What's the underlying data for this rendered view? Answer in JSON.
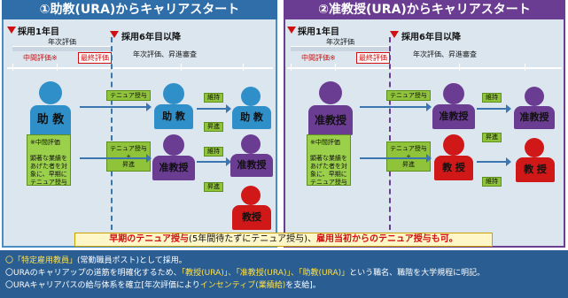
{
  "panels": [
    {
      "title": "①助教(URA)からキャリアスタート",
      "year1": "採用1年目",
      "year6": "採用6年目以降",
      "annual_eval": "年次評価",
      "mid_eval": "中間評価※",
      "final_eval": "最終評価",
      "after_eval": "年次評価、昇進審査",
      "start_role": "助 教",
      "note": "※中間評価\n\n顕著な業績を\nあげた者を対\n象に、早期に\nテニュア授与",
      "box_tenure": "テニュア授与",
      "box_tenure_promo": "テニュア授与\n+\n昇進",
      "mid_roles": [
        "助 教",
        "准教授"
      ],
      "labels": [
        "維持",
        "昇進",
        "維持",
        "昇進"
      ],
      "end_roles": [
        "助 教",
        "准教授",
        "教授"
      ]
    },
    {
      "title": "②准教授(URA)からキャリアスタート",
      "year1": "採用1年目",
      "year6": "採用6年目以降",
      "annual_eval": "年次評価",
      "mid_eval": "中間評価※",
      "final_eval": "最終評価",
      "after_eval": "年次評価、昇進審査",
      "start_role": "准教授",
      "note": "※中間評価\n\n顕著な業績を\nあげた者を対\n象に、早期に\nテニュア授与",
      "box_tenure": "テニュア授与",
      "box_tenure_promo": "テニュア授与\n+\n昇進",
      "mid_roles": [
        "准教授",
        "教 授"
      ],
      "labels": [
        "維持",
        "昇進",
        "維持"
      ],
      "end_roles": [
        "准教授",
        "教 授"
      ]
    }
  ],
  "banner": {
    "part1": "早期のテニュア授与",
    "part2": "(5年間待たずにテニュア授与)、",
    "part3": "雇用当初からのテニュア授与も可。"
  },
  "bottom": {
    "line1a": "〇「特定雇用教員」",
    "line1b": "(常勤職員ポスト)",
    "line1c": "として採用。",
    "line2a": "〇URAのキャリアップの道筋を明確化するため、",
    "line2b": "「教授(URA)」、「准教授(URA)」、「助教(URA)」",
    "line2c": "という職名、職階を大学規程に明記。",
    "line3a": "〇URAキャリアパスの給与体系を確立[年次評価により",
    "line3b": "インセンティブ(業績給)",
    "line3c": "を支給]。"
  },
  "colors": {
    "blue_role": "#2f8fc8",
    "purple_role": "#6b3d92",
    "red_role": "#d01818",
    "green_box": "#8fc43a",
    "bottom_bg": "#2a5d92"
  }
}
